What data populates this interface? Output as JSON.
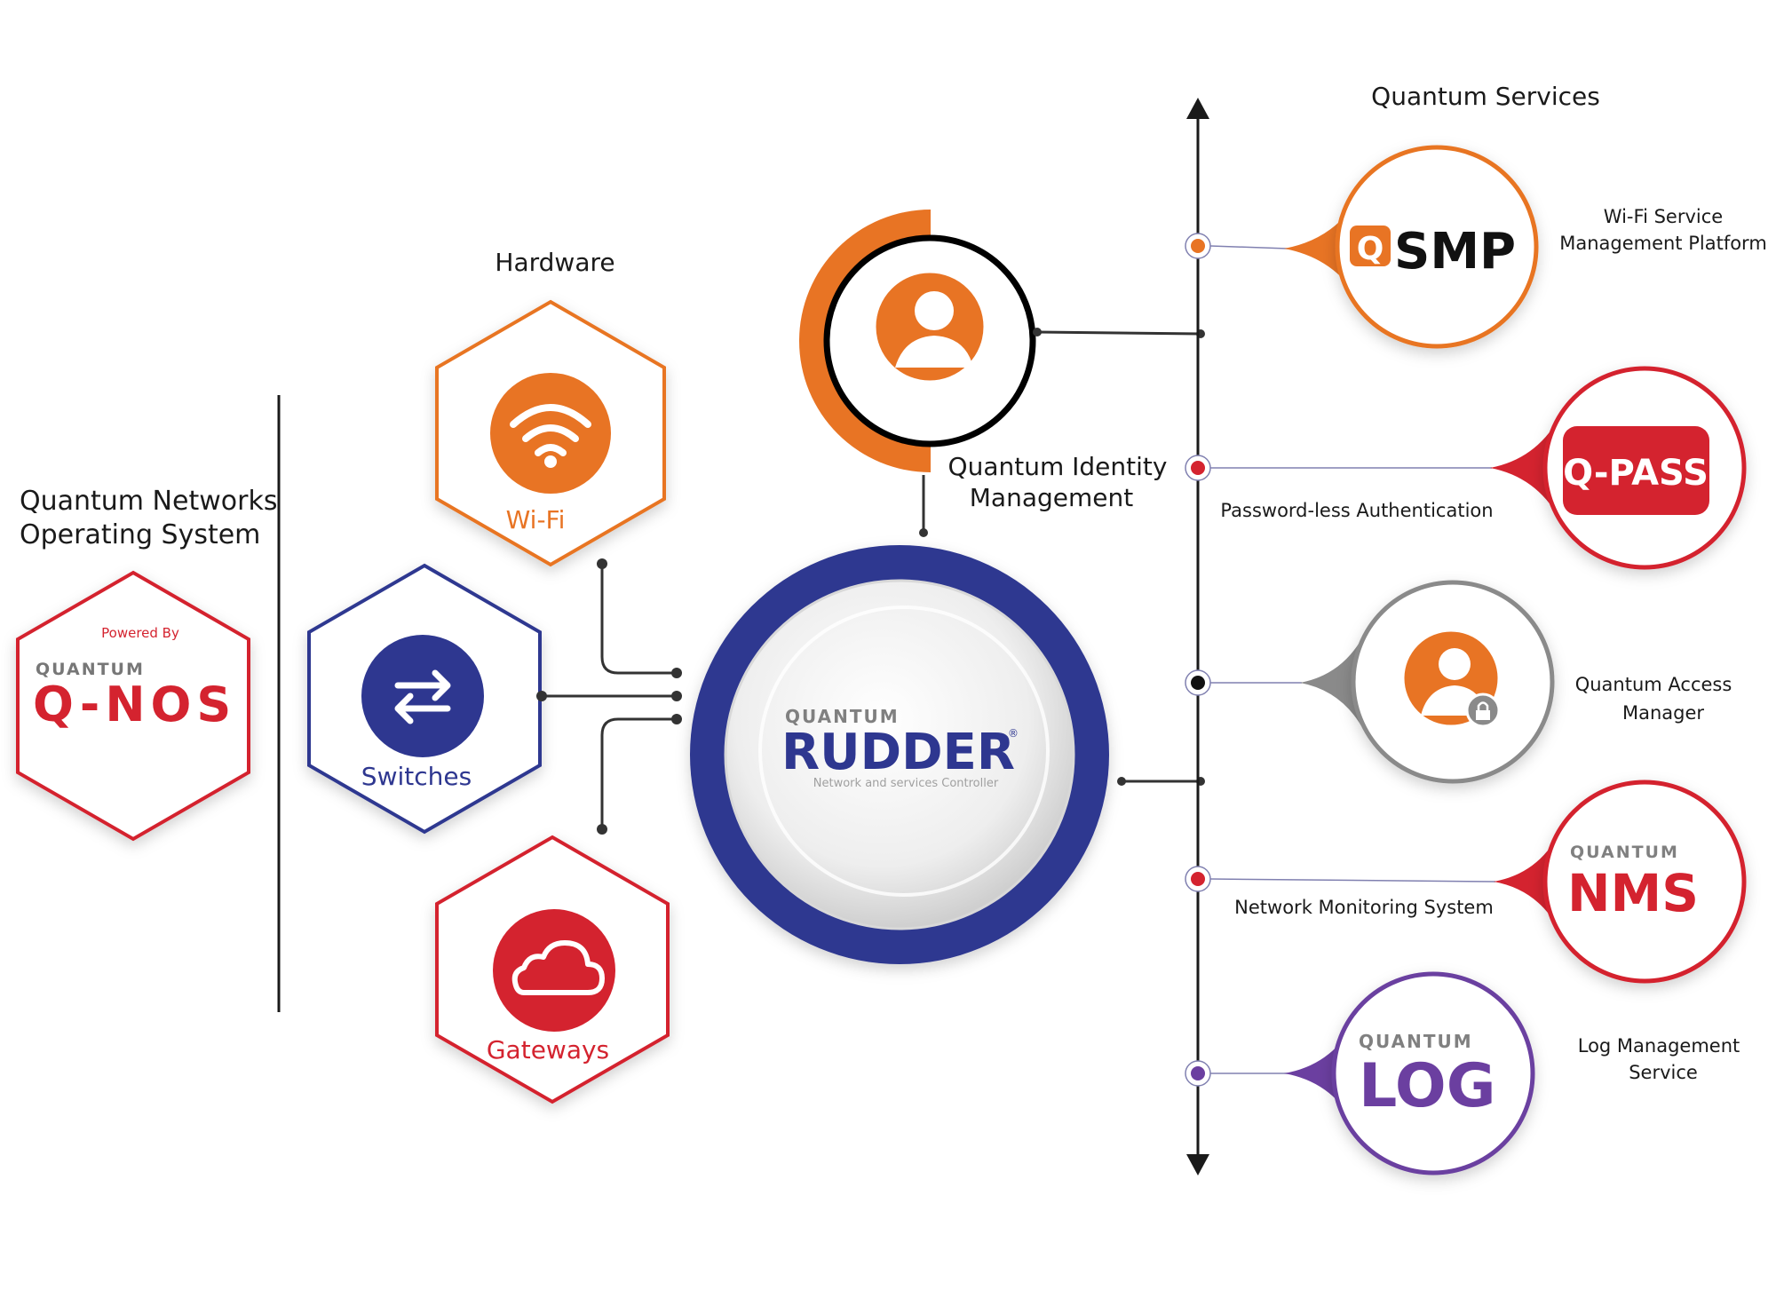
{
  "colors": {
    "orange": "#e87424",
    "red": "#d4232f",
    "navy": "#2e3790",
    "grey": "#8a8a8a",
    "purple": "#6b3fa0",
    "dark": "#1a1a1a"
  },
  "qnos": {
    "title_line1": "Quantum Networks",
    "title_line2": "Operating System",
    "powered_by": "Powered By",
    "brand_small": "QUANTUM",
    "brand_big": "Q-NOS"
  },
  "hardware": {
    "heading": "Hardware",
    "wifi": {
      "label": "Wi-Fi",
      "icon": "wifi-icon"
    },
    "switches": {
      "label": "Switches",
      "icon": "switch-arrows-icon"
    },
    "gateways": {
      "label": "Gateways",
      "icon": "cloud-icon"
    }
  },
  "identity": {
    "label_line1": "Quantum Identity",
    "label_line2": "Management",
    "icon": "user-icon"
  },
  "rudder": {
    "brand_small": "QUANTUM",
    "brand_big": "RUDDER",
    "trademark": "®",
    "subtitle": "Network and services Controller"
  },
  "services": {
    "heading": "Quantum Services",
    "items": [
      {
        "logo": "SMP",
        "logo_mark": "Q",
        "label_line1": "Wi-Fi Service",
        "label_line2": "Management Platform"
      },
      {
        "logo": "Q-PASS",
        "label_line1": "Password-less Authentication",
        "label_line2": ""
      },
      {
        "logo_icon": "user-lock-icon",
        "label_line1": "Quantum Access",
        "label_line2": "Manager"
      },
      {
        "logo_small": "QUANTUM",
        "logo": "NMS",
        "label_line1": "Network Monitoring System",
        "label_line2": ""
      },
      {
        "logo_small": "QUANTUM",
        "logo": "LOG",
        "label_line1": "Log Management",
        "label_line2": "Service"
      }
    ]
  }
}
